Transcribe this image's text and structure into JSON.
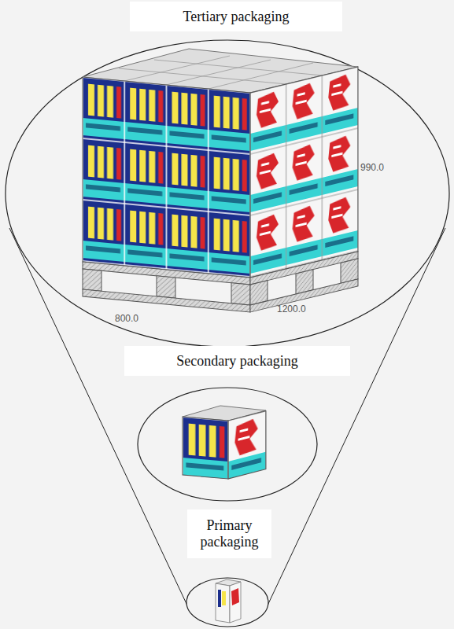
{
  "diagram": {
    "nodes": [
      {
        "text": [
          "Tertiary packaging"
        ]
      },
      {
        "text": [
          "Secondary packaging"
        ]
      },
      {
        "text": [
          "Primary packaging"
        ]
      }
    ],
    "labels": [
      "990.0",
      "800.0",
      "1200.0"
    ]
  }
}
